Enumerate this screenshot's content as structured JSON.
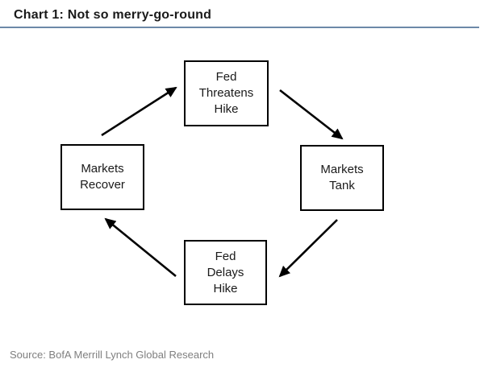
{
  "header": {
    "title": "Chart 1: Not so merry-go-round"
  },
  "diagram": {
    "nodes": [
      {
        "id": "fed-threatens-hike",
        "position": "top",
        "label": "Fed\nThreatens\nHike"
      },
      {
        "id": "markets-tank",
        "position": "right",
        "label": "Markets\nTank"
      },
      {
        "id": "fed-delays-hike",
        "position": "bottom",
        "label": "Fed\nDelays\nHike"
      },
      {
        "id": "markets-recover",
        "position": "left",
        "label": "Markets\nRecover"
      }
    ],
    "edges": [
      {
        "from": "markets-recover",
        "to": "fed-threatens-hike"
      },
      {
        "from": "fed-threatens-hike",
        "to": "markets-tank"
      },
      {
        "from": "markets-tank",
        "to": "fed-delays-hike"
      },
      {
        "from": "fed-delays-hike",
        "to": "markets-recover"
      }
    ]
  },
  "footer": {
    "source": "Source: BofA Merrill Lynch Global Research"
  },
  "colors": {
    "background": "#ffffff",
    "title_text": "#1a1a1a",
    "title_rule": "#6c89a8",
    "box_border": "#000000",
    "box_text": "#1a1a1a",
    "arrow": "#000000",
    "source_text": "#7f7f7f"
  }
}
